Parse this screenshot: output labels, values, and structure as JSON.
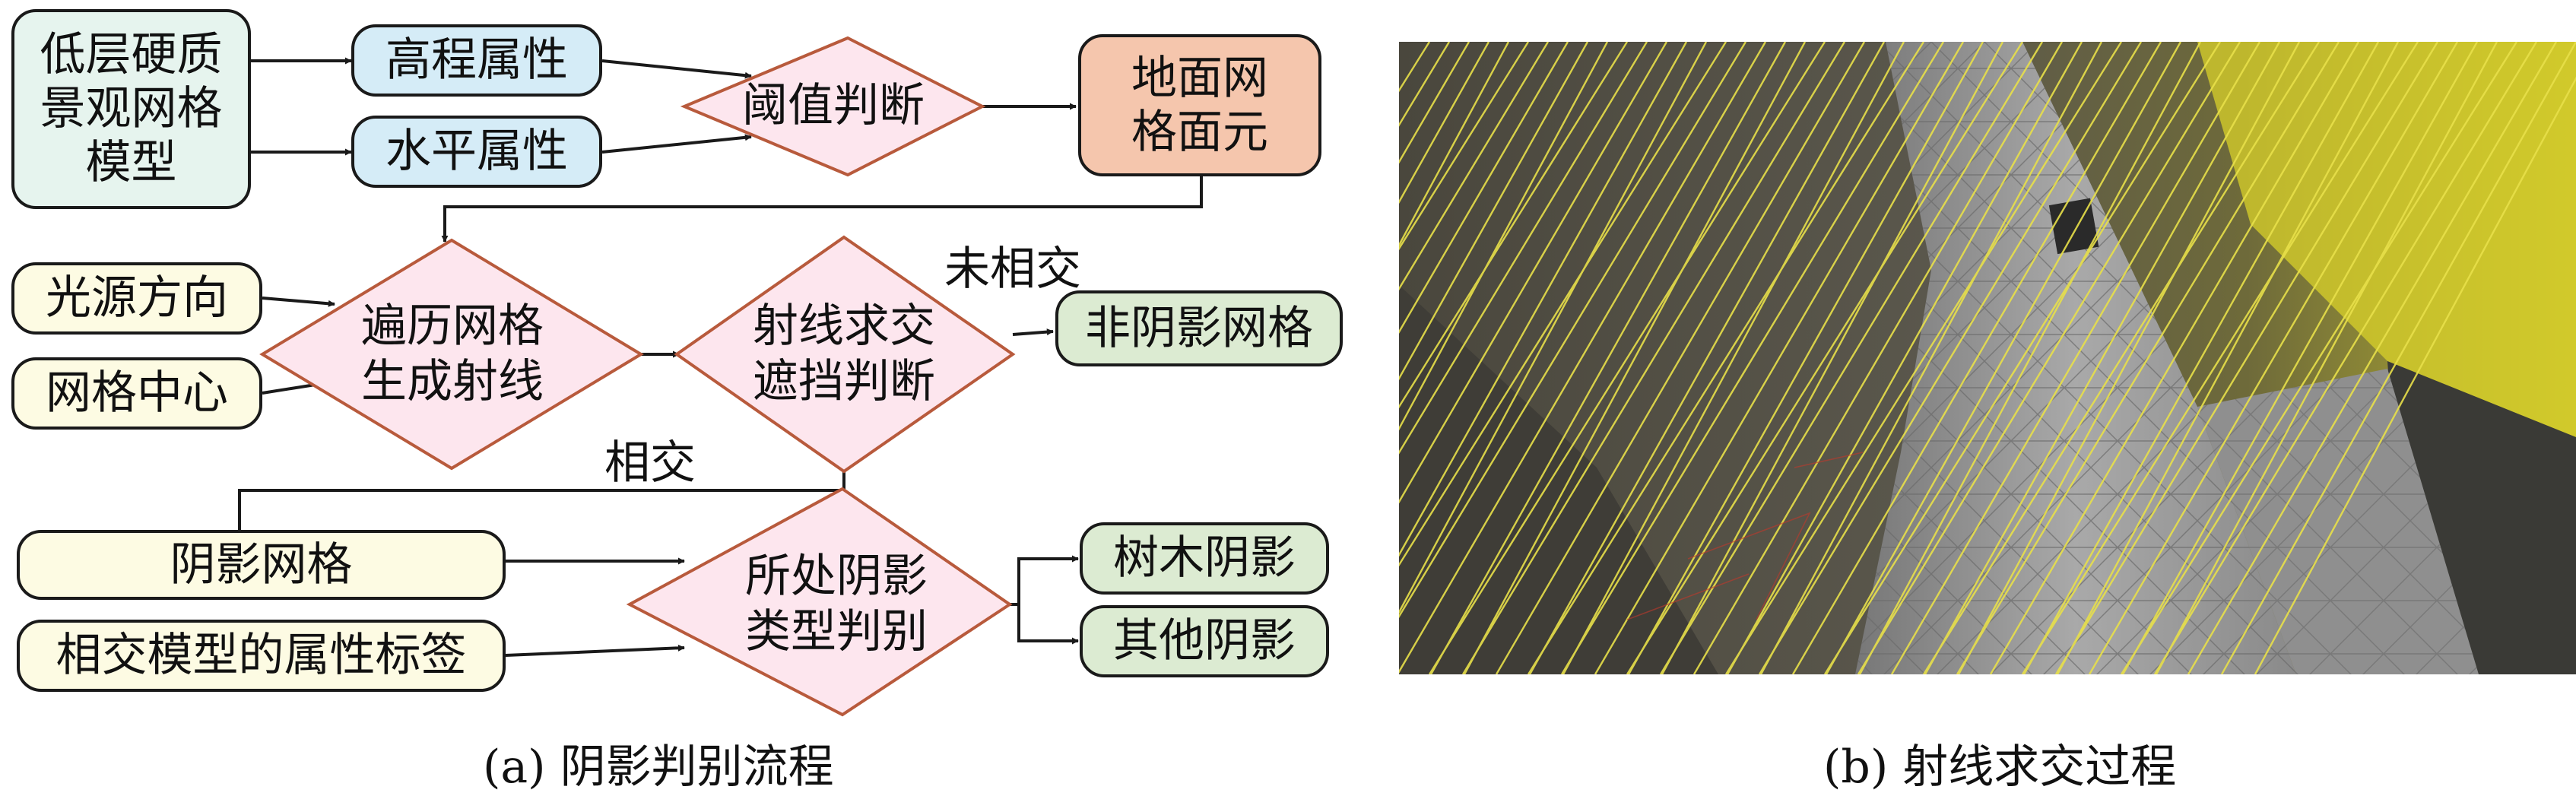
{
  "flowchart": {
    "model": [
      "低层硬质",
      "景观网格",
      "模型"
    ],
    "elev_attr": "高程属性",
    "horiz_attr": "水平属性",
    "threshold": "阈值判断",
    "ground_cell": [
      "地面网",
      "格面元"
    ],
    "light_dir": "光源方向",
    "grid_center": "网格中心",
    "traverse": [
      "遍历网格",
      "生成射线"
    ],
    "intersect": [
      "射线求交",
      "遮挡判断"
    ],
    "not_intersect_label": "未相交",
    "non_shadow": "非阴影网格",
    "intersect_label": "相交",
    "shadow_grid": "阴影网格",
    "attr_tag": "相交模型的属性标签",
    "shadow_type": [
      "所处阴影",
      "类型判别"
    ],
    "tree_shadow": "树木阴影",
    "other_shadow": "其他阴影"
  },
  "captions": {
    "left": "(a) 阴影判别流程",
    "right": "(b) 射线求交过程"
  },
  "colors": {
    "model_fill": "#e6f4ee",
    "attr_fill": "#d5ecf7",
    "diamond_fill": "#fde6ee",
    "diamond_stroke": "#b85a3c",
    "ground_fill": "#f5c6ad",
    "input_fill": "#fdfbe3",
    "output_fill": "#dcebd2",
    "ray_color": "#e8e04a",
    "mesh_gray": "#8c8c8c"
  }
}
